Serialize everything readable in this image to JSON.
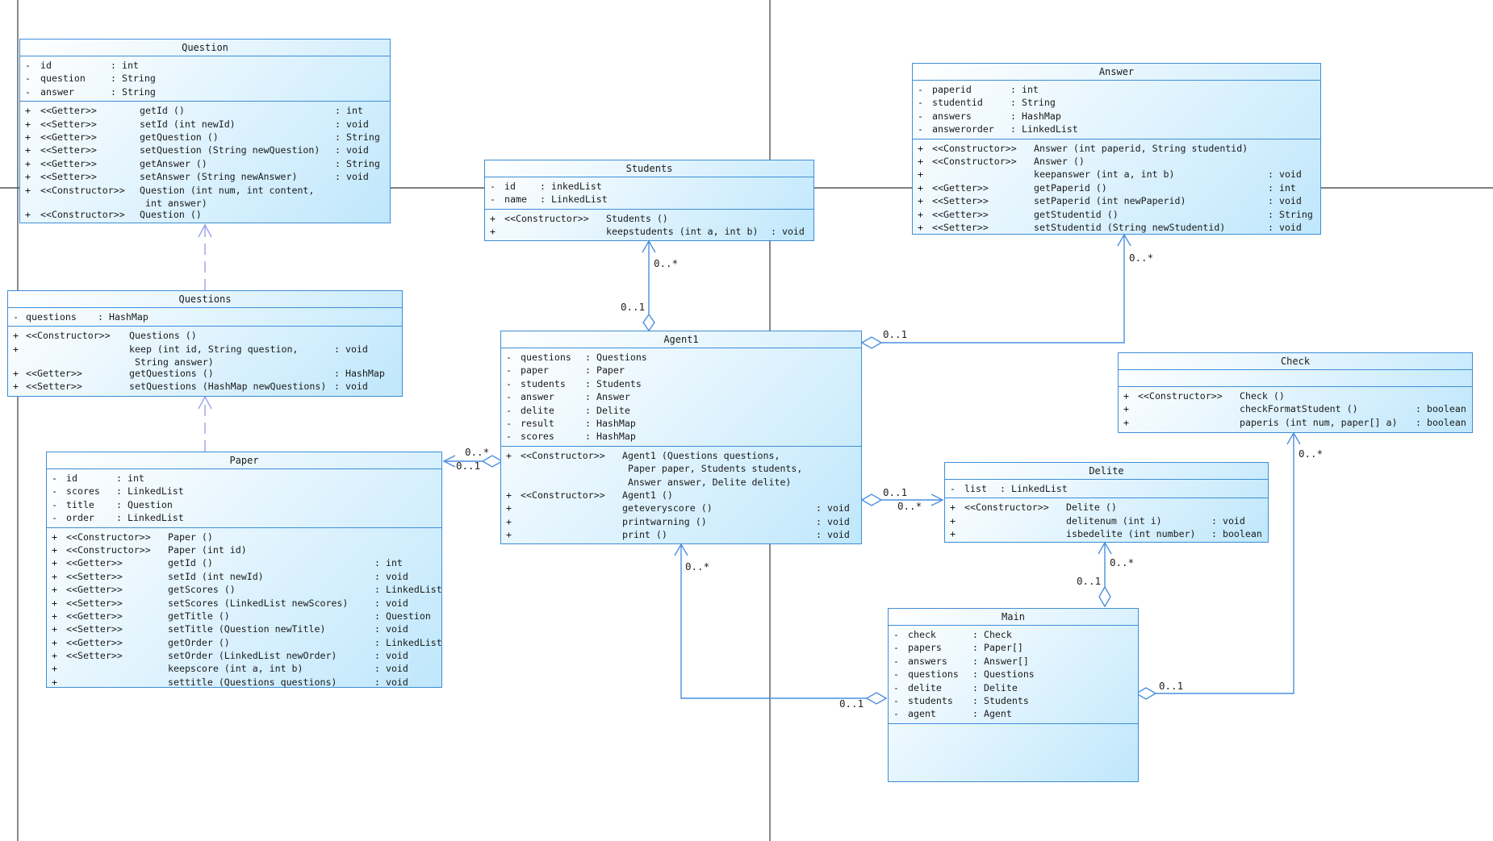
{
  "colors": {
    "border": "#3d8ed6",
    "fill_light": "#eaf7fe",
    "fill_dark": "#bfe7fc",
    "connector": "#4a8fe0",
    "realization": "#9aa0ee",
    "frame_line": "#555555"
  },
  "classes": {
    "question": {
      "name": "Question",
      "attributes": [
        {
          "v": "-",
          "name": "id",
          "type": ": int"
        },
        {
          "v": "-",
          "name": "question",
          "type": ": String"
        },
        {
          "v": "-",
          "name": "answer",
          "type": ": String"
        }
      ],
      "operations": [
        {
          "v": "+",
          "st": "<<Getter>>",
          "sig": "getId ()",
          "ret": ": int"
        },
        {
          "v": "+",
          "st": "<<Setter>>",
          "sig": "setId (int newId)",
          "ret": ": void"
        },
        {
          "v": "+",
          "st": "<<Getter>>",
          "sig": "getQuestion ()",
          "ret": ": String"
        },
        {
          "v": "+",
          "st": "<<Setter>>",
          "sig": "setQuestion (String newQuestion)",
          "ret": ": void"
        },
        {
          "v": "+",
          "st": "<<Getter>>",
          "sig": "getAnswer ()",
          "ret": ": String"
        },
        {
          "v": "+",
          "st": "<<Setter>>",
          "sig": "setAnswer (String newAnswer)",
          "ret": ": void"
        },
        {
          "v": "+",
          "st": "<<Constructor>>",
          "sig": "Question (int num, int content,\n int answer)",
          "ret": ""
        },
        {
          "v": "+",
          "st": "<<Constructor>>",
          "sig": "Question ()",
          "ret": ""
        }
      ]
    },
    "questions": {
      "name": "Questions",
      "attributes": [
        {
          "v": "-",
          "name": "questions",
          "type": ": HashMap"
        }
      ],
      "operations": [
        {
          "v": "+",
          "st": "<<Constructor>>",
          "sig": "Questions ()",
          "ret": ""
        },
        {
          "v": "+",
          "st": "",
          "sig": "keep (int id, String question,\n String answer)",
          "ret": ": void"
        },
        {
          "v": "+",
          "st": "<<Getter>>",
          "sig": "getQuestions ()",
          "ret": ": HashMap"
        },
        {
          "v": "+",
          "st": "<<Setter>>",
          "sig": "setQuestions (HashMap newQuestions)",
          "ret": ": void"
        }
      ]
    },
    "paper": {
      "name": "Paper",
      "attributes": [
        {
          "v": "-",
          "name": "id",
          "type": ": int"
        },
        {
          "v": "-",
          "name": "scores",
          "type": ": LinkedList"
        },
        {
          "v": "-",
          "name": "title",
          "type": ": Question"
        },
        {
          "v": "-",
          "name": "order",
          "type": ": LinkedList"
        }
      ],
      "operations": [
        {
          "v": "+",
          "st": "<<Constructor>>",
          "sig": "Paper ()",
          "ret": ""
        },
        {
          "v": "+",
          "st": "<<Constructor>>",
          "sig": "Paper (int id)",
          "ret": ""
        },
        {
          "v": "+",
          "st": "<<Getter>>",
          "sig": "getId ()",
          "ret": ": int"
        },
        {
          "v": "+",
          "st": "<<Setter>>",
          "sig": "setId (int newId)",
          "ret": ": void"
        },
        {
          "v": "+",
          "st": "<<Getter>>",
          "sig": "getScores ()",
          "ret": ": LinkedList"
        },
        {
          "v": "+",
          "st": "<<Setter>>",
          "sig": "setScores (LinkedList newScores)",
          "ret": ": void"
        },
        {
          "v": "+",
          "st": "<<Getter>>",
          "sig": "getTitle ()",
          "ret": ": Question"
        },
        {
          "v": "+",
          "st": "<<Setter>>",
          "sig": "setTitle (Question newTitle)",
          "ret": ": void"
        },
        {
          "v": "+",
          "st": "<<Getter>>",
          "sig": "getOrder ()",
          "ret": ": LinkedList"
        },
        {
          "v": "+",
          "st": "<<Setter>>",
          "sig": "setOrder (LinkedList newOrder)",
          "ret": ": void"
        },
        {
          "v": "+",
          "st": "",
          "sig": "keepscore (int a, int b)",
          "ret": ": void"
        },
        {
          "v": "+",
          "st": "",
          "sig": "settitle (Questions questions)",
          "ret": ": void"
        }
      ]
    },
    "students": {
      "name": "Students",
      "attributes": [
        {
          "v": "-",
          "name": "id",
          "type": ": inkedList"
        },
        {
          "v": "-",
          "name": "name",
          "type": ": LinkedList"
        }
      ],
      "operations": [
        {
          "v": "+",
          "st": "<<Constructor>>",
          "sig": "Students ()",
          "ret": ""
        },
        {
          "v": "+",
          "st": "",
          "sig": "keepstudents (int a, int b)",
          "ret": ": void"
        }
      ]
    },
    "agent1": {
      "name": "Agent1",
      "attributes": [
        {
          "v": "-",
          "name": "questions",
          "type": ": Questions"
        },
        {
          "v": "-",
          "name": "paper",
          "type": ": Paper"
        },
        {
          "v": "-",
          "name": "students",
          "type": ": Students"
        },
        {
          "v": "-",
          "name": "answer",
          "type": ": Answer"
        },
        {
          "v": "-",
          "name": "delite",
          "type": ": Delite"
        },
        {
          "v": "-",
          "name": "result",
          "type": ": HashMap"
        },
        {
          "v": "-",
          "name": "scores",
          "type": ": HashMap"
        }
      ],
      "operations": [
        {
          "v": "+",
          "st": "<<Constructor>>",
          "sig": "Agent1 (Questions questions,\n Paper paper, Students students,\n Answer answer, Delite delite)",
          "ret": ""
        },
        {
          "v": "+",
          "st": "<<Constructor>>",
          "sig": "Agent1 ()",
          "ret": ""
        },
        {
          "v": "+",
          "st": "",
          "sig": "geteveryscore ()",
          "ret": ": void"
        },
        {
          "v": "+",
          "st": "",
          "sig": "printwarning ()",
          "ret": ": void"
        },
        {
          "v": "+",
          "st": "",
          "sig": "print ()",
          "ret": ": void"
        }
      ]
    },
    "answer": {
      "name": "Answer",
      "attributes": [
        {
          "v": "-",
          "name": "paperid",
          "type": ": int"
        },
        {
          "v": "-",
          "name": "studentid",
          "type": ": String"
        },
        {
          "v": "-",
          "name": "answers",
          "type": ": HashMap"
        },
        {
          "v": "-",
          "name": "answerorder",
          "type": ": LinkedList"
        }
      ],
      "operations": [
        {
          "v": "+",
          "st": "<<Constructor>>",
          "sig": "Answer (int paperid, String studentid)",
          "ret": ""
        },
        {
          "v": "+",
          "st": "<<Constructor>>",
          "sig": "Answer ()",
          "ret": ""
        },
        {
          "v": "+",
          "st": "",
          "sig": "keepanswer (int a, int b)",
          "ret": ": void"
        },
        {
          "v": "+",
          "st": "<<Getter>>",
          "sig": "getPaperid ()",
          "ret": ": int"
        },
        {
          "v": "+",
          "st": "<<Setter>>",
          "sig": "setPaperid (int newPaperid)",
          "ret": ": void"
        },
        {
          "v": "+",
          "st": "<<Getter>>",
          "sig": "getStudentid ()",
          "ret": ": String"
        },
        {
          "v": "+",
          "st": "<<Setter>>",
          "sig": "setStudentid (String newStudentid)",
          "ret": ": void"
        }
      ]
    },
    "check": {
      "name": "Check",
      "attributes": [],
      "operations": [
        {
          "v": "+",
          "st": "<<Constructor>>",
          "sig": "Check ()",
          "ret": ""
        },
        {
          "v": "+",
          "st": "",
          "sig": "checkFormatStudent ()",
          "ret": ": boolean"
        },
        {
          "v": "+",
          "st": "",
          "sig": "paperis (int num, paper[] a)",
          "ret": ": boolean"
        }
      ]
    },
    "delite": {
      "name": "Delite",
      "attributes": [
        {
          "v": "-",
          "name": "list",
          "type": ": LinkedList"
        }
      ],
      "operations": [
        {
          "v": "+",
          "st": "<<Constructor>>",
          "sig": "Delite ()",
          "ret": ""
        },
        {
          "v": "+",
          "st": "",
          "sig": "delitenum (int i)",
          "ret": ": void"
        },
        {
          "v": "+",
          "st": "",
          "sig": "isbedelite (int number)",
          "ret": ": boolean"
        }
      ]
    },
    "main": {
      "name": "Main",
      "attributes": [
        {
          "v": "-",
          "name": "check",
          "type": ": Check"
        },
        {
          "v": "-",
          "name": "papers",
          "type": ": Paper[]"
        },
        {
          "v": "-",
          "name": "answers",
          "type": ": Answer[]"
        },
        {
          "v": "-",
          "name": "questions",
          "type": ": Questions"
        },
        {
          "v": "-",
          "name": "delite",
          "type": ": Delite"
        },
        {
          "v": "-",
          "name": "students",
          "type": ": Students"
        },
        {
          "v": "-",
          "name": "agent",
          "type": ": Agent"
        }
      ],
      "operations": []
    }
  },
  "multiplicities": {
    "students_agent_many": "0..*",
    "students_agent_one": "0..1",
    "answer_agent_many": "0..*",
    "answer_agent_one": "0..1",
    "paper_agent_many": "0..*",
    "paper_agent_one": "0..1",
    "delite_agent_one": "0..1",
    "delite_agent_many": "0..*",
    "agent_main_many": "0..*",
    "agent_main_one": "0..1",
    "delite_main_many": "0..*",
    "delite_main_one": "0..1",
    "check_main_many": "0..*",
    "check_main_one": "0..1"
  }
}
